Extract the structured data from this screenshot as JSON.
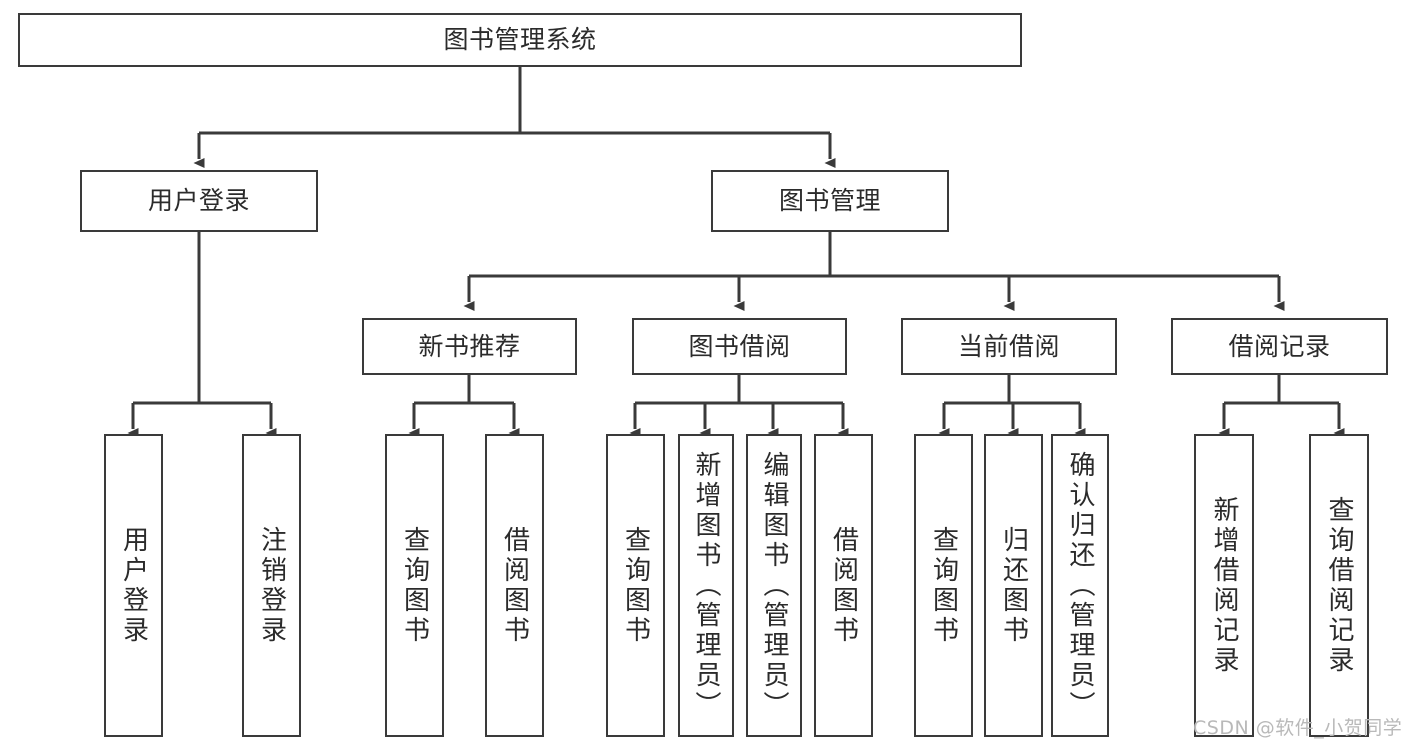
{
  "diagram": {
    "title": "图书管理系统",
    "watermark": "CSDN @软件_小贺同学",
    "line_color": "#3a3a3a",
    "text_color": "#2b2b2b",
    "background": "#ffffff",
    "root": {
      "label": "图书管理系统"
    },
    "level2": [
      {
        "label": "用户登录"
      },
      {
        "label": "图书管理"
      }
    ],
    "level3": [
      {
        "label": "新书推荐"
      },
      {
        "label": "图书借阅"
      },
      {
        "label": "当前借阅"
      },
      {
        "label": "借阅记录"
      }
    ],
    "leaves": [
      {
        "label": "用户登录"
      },
      {
        "label": "注销登录"
      },
      {
        "label": "查询图书"
      },
      {
        "label": "借阅图书"
      },
      {
        "label": "查询图书"
      },
      {
        "label": "新增图书（管理员）"
      },
      {
        "label": "编辑图书（管理员）"
      },
      {
        "label": "借阅图书"
      },
      {
        "label": "查询图书"
      },
      {
        "label": "归还图书"
      },
      {
        "label": "确认归还（管理员）"
      },
      {
        "label": "新增借阅记录"
      },
      {
        "label": "查询借阅记录"
      }
    ]
  }
}
